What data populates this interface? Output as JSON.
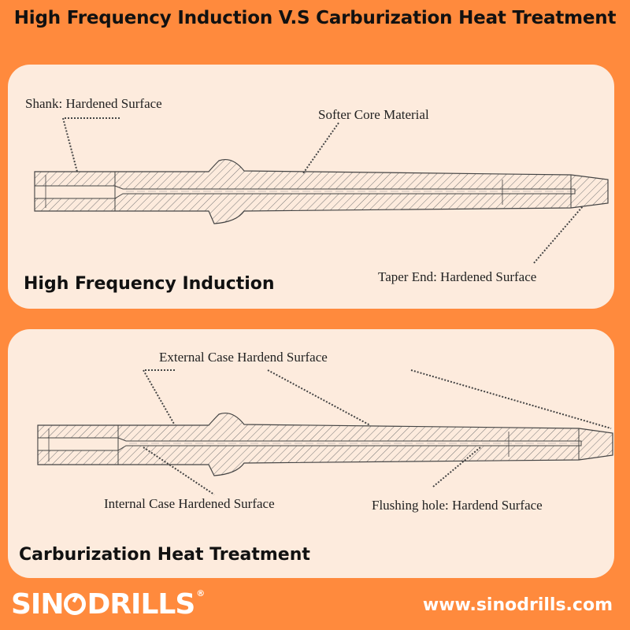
{
  "title": "High Frequency Induction  V.S Carburization Heat Treatment",
  "panel_induction": {
    "section_title": "High Frequency Induction",
    "labels": {
      "shank": "Shank: Hardened Surface",
      "core": "Softer Core Material",
      "taper": "Taper End: Hardened Surface"
    }
  },
  "panel_carburization": {
    "section_title": "Carburization Heat Treatment",
    "labels": {
      "external": "External Case Hardend Surface",
      "internal": "Internal Case Hardened Surface",
      "flushing": "Flushing hole: Hardend Surface"
    }
  },
  "brand": {
    "logo_left": "SIN",
    "logo_right": "DRILLS",
    "registered": "®",
    "website": "www.sinodrills.com"
  },
  "colors": {
    "background": "#ff8a3d",
    "panel": "#fdebdd",
    "text": "#111111"
  }
}
